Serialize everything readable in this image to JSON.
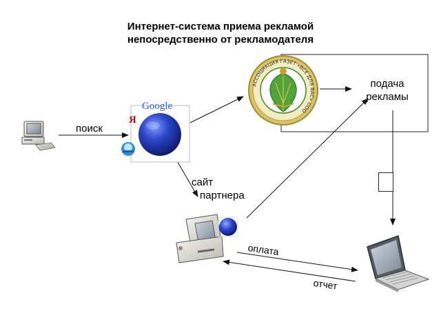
{
  "title": {
    "line1": "Интернет-система приема рекламой",
    "line2": "непосредственно от рекламодателя"
  },
  "labels": {
    "search": "поиск",
    "partner_site_line1": "сайт",
    "partner_site_line2": "партнера",
    "ad_submission_line1": "подача",
    "ad_submission_line2": "рекламы",
    "payment": "оплата",
    "report": "отчет"
  },
  "logos": {
    "google": "Google",
    "yandex": "Я",
    "seal_text": "АССОЦИАЦИЯ ГАЗЕТ «ВСЕ ДЛЯ ВАС» ООО"
  },
  "icons": [
    "desktop-computer-icon",
    "search-engine-globe-icon",
    "seal-logo-icon",
    "workstation-computer-icon",
    "laptop-icon"
  ],
  "colors": {
    "globe": "#1c2f9a",
    "seal_green": "#3a8a2a",
    "seal_gold": "#c9a22a"
  }
}
